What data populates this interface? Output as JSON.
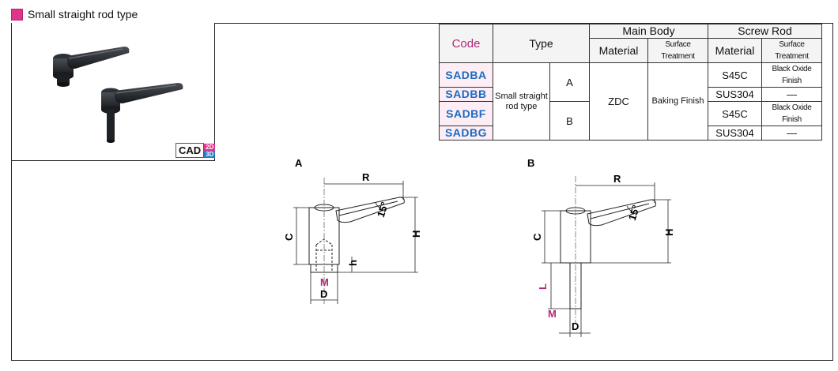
{
  "section": {
    "title": "Small straight rod type"
  },
  "cad_badge": {
    "text": "CAD",
    "d2": "2D",
    "d3": "3D"
  },
  "table": {
    "headers": {
      "code": "Code",
      "type": "Type",
      "main_body": "Main Body",
      "screw_rod": "Screw Rod",
      "material": "Material",
      "surface_treatment": "Surface Treatment"
    },
    "rows": [
      {
        "code": "SADBA",
        "screw_material": "S45C",
        "screw_treatment": "Black Oxide Finish"
      },
      {
        "code": "SADBB",
        "screw_material": "SUS304",
        "screw_treatment": "—"
      },
      {
        "code": "SADBF",
        "screw_material": "S45C",
        "screw_treatment": "Black Oxide Finish"
      },
      {
        "code": "SADBG",
        "screw_material": "SUS304",
        "screw_treatment": "—"
      }
    ],
    "type_name": "Small straight rod type",
    "type_a": "A",
    "type_b": "B",
    "main_material": "ZDC",
    "main_treatment": "Baking Finish"
  },
  "drawing_a": {
    "label": "A",
    "R": "R",
    "angle": "15°",
    "H": "H",
    "C": "C",
    "h": "h",
    "M": "M",
    "D": "D"
  },
  "drawing_b": {
    "label": "B",
    "R": "R",
    "angle": "15°",
    "H": "H",
    "C": "C",
    "L": "L",
    "M": "M",
    "D": "D"
  }
}
